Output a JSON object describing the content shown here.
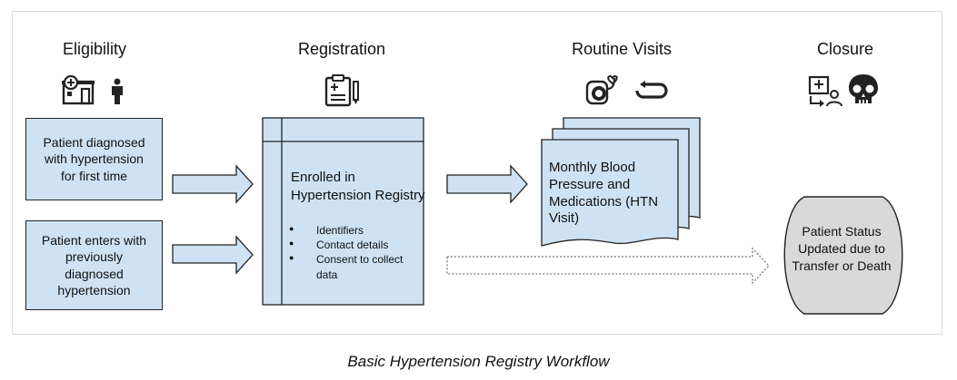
{
  "stages": {
    "eligibility": "Eligibility",
    "registration": "Registration",
    "routine_visits": "Routine Visits",
    "closure": "Closure"
  },
  "icons": {
    "eligibility": [
      "hospital-icon",
      "person-icon"
    ],
    "registration": [
      "clipboard-icon"
    ],
    "routine_visits": [
      "blood-pressure-monitor-icon",
      "repeat-icon"
    ],
    "closure": [
      "transfer-patient-icon",
      "skull-icon"
    ]
  },
  "eligibility_boxes": {
    "first_time": "Patient diagnosed with hypertension for first time",
    "previously": "Patient enters with previously diagnosed hypertension"
  },
  "registry": {
    "title": "Enrolled in Hypertension Registry",
    "items": [
      "Identifiers",
      "Contact details",
      "Consent to collect data"
    ]
  },
  "visit": {
    "text": "Monthly Blood Pressure and Medications (HTN Visit)"
  },
  "closure_box": {
    "text": "Patient Status Updated due to Transfer or Death"
  },
  "caption": "Basic Hypertension Registry Workflow",
  "colors": {
    "box_fill": "#cfe2f3",
    "closure_fill": "#d9d9d9",
    "stroke": "#222222"
  }
}
